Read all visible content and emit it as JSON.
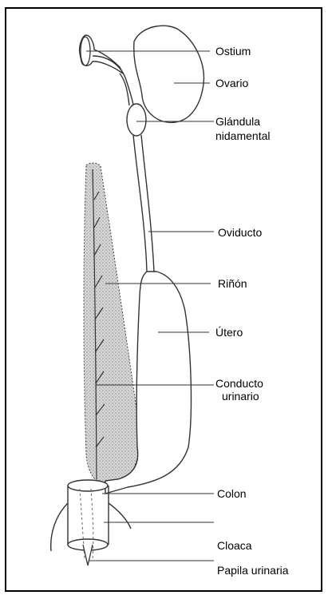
{
  "labels": {
    "ostium": "Ostium",
    "ovario": "Ovario",
    "glandula_1": "Glándula",
    "glandula_2": "nidamental",
    "oviducto": "Oviducto",
    "rinon": "Riñón",
    "utero": "Útero",
    "conducto_1": "Conducto",
    "conducto_2": "urinario",
    "colon": "Colon",
    "cloaca": "Cloaca",
    "papila": "Papila urinaria"
  },
  "colors": {
    "frame": "#000000",
    "stroke": "#333333",
    "kidney_fill": "#cfcfcf"
  }
}
